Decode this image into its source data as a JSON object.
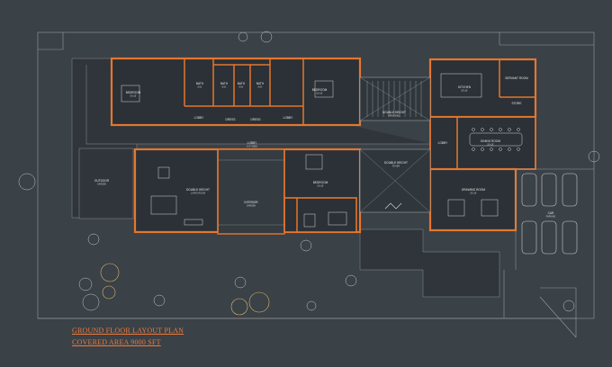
{
  "titles": {
    "line1": "GROUND FLOOR LAYOUT PLAN",
    "line2": "COVERED AREA 9000 SFT"
  },
  "rooms": [
    {
      "label": "BEDROOM",
      "sub": "16'x15'"
    },
    {
      "label": "BATH",
      "sub": "8'x6'"
    },
    {
      "label": "BATH",
      "sub": "8'x6'"
    },
    {
      "label": "BATH",
      "sub": "8'x6'"
    },
    {
      "label": "BATH",
      "sub": "8'x6'"
    },
    {
      "label": "BEDROOM",
      "sub": "16'x15'"
    },
    {
      "label": "LOBBY",
      "sub": ""
    },
    {
      "label": "DRESS",
      "sub": ""
    },
    {
      "label": "DRESS",
      "sub": ""
    },
    {
      "label": "LOBBY",
      "sub": ""
    },
    {
      "label": "DOUBLE HEIGHT",
      "sub": "OPEN WELL"
    },
    {
      "label": "KITCHEN",
      "sub": "18'x16'"
    },
    {
      "label": "SERVANT ROOM",
      "sub": ""
    },
    {
      "label": "STORE",
      "sub": ""
    },
    {
      "label": "DINING ROOM",
      "sub": "20'x15'"
    },
    {
      "label": "LOBBY",
      "sub": ""
    },
    {
      "label": "LOBBY",
      "sub": "6'-0\" WIDE"
    },
    {
      "label": "DOUBLE HEIGHT",
      "sub": "LIVING ROOM"
    },
    {
      "label": "INTERIOR",
      "sub": "GARDEN"
    },
    {
      "label": "BEDROOM",
      "sub": "16'x15'"
    },
    {
      "label": "DOUBLE HEIGHT",
      "sub": "FOYER"
    },
    {
      "label": "DRAWING ROOM",
      "sub": "20'x16'"
    },
    {
      "label": "OUTDOOR",
      "sub": "GARDEN"
    },
    {
      "label": "CAR",
      "sub": "PARKING"
    }
  ]
}
